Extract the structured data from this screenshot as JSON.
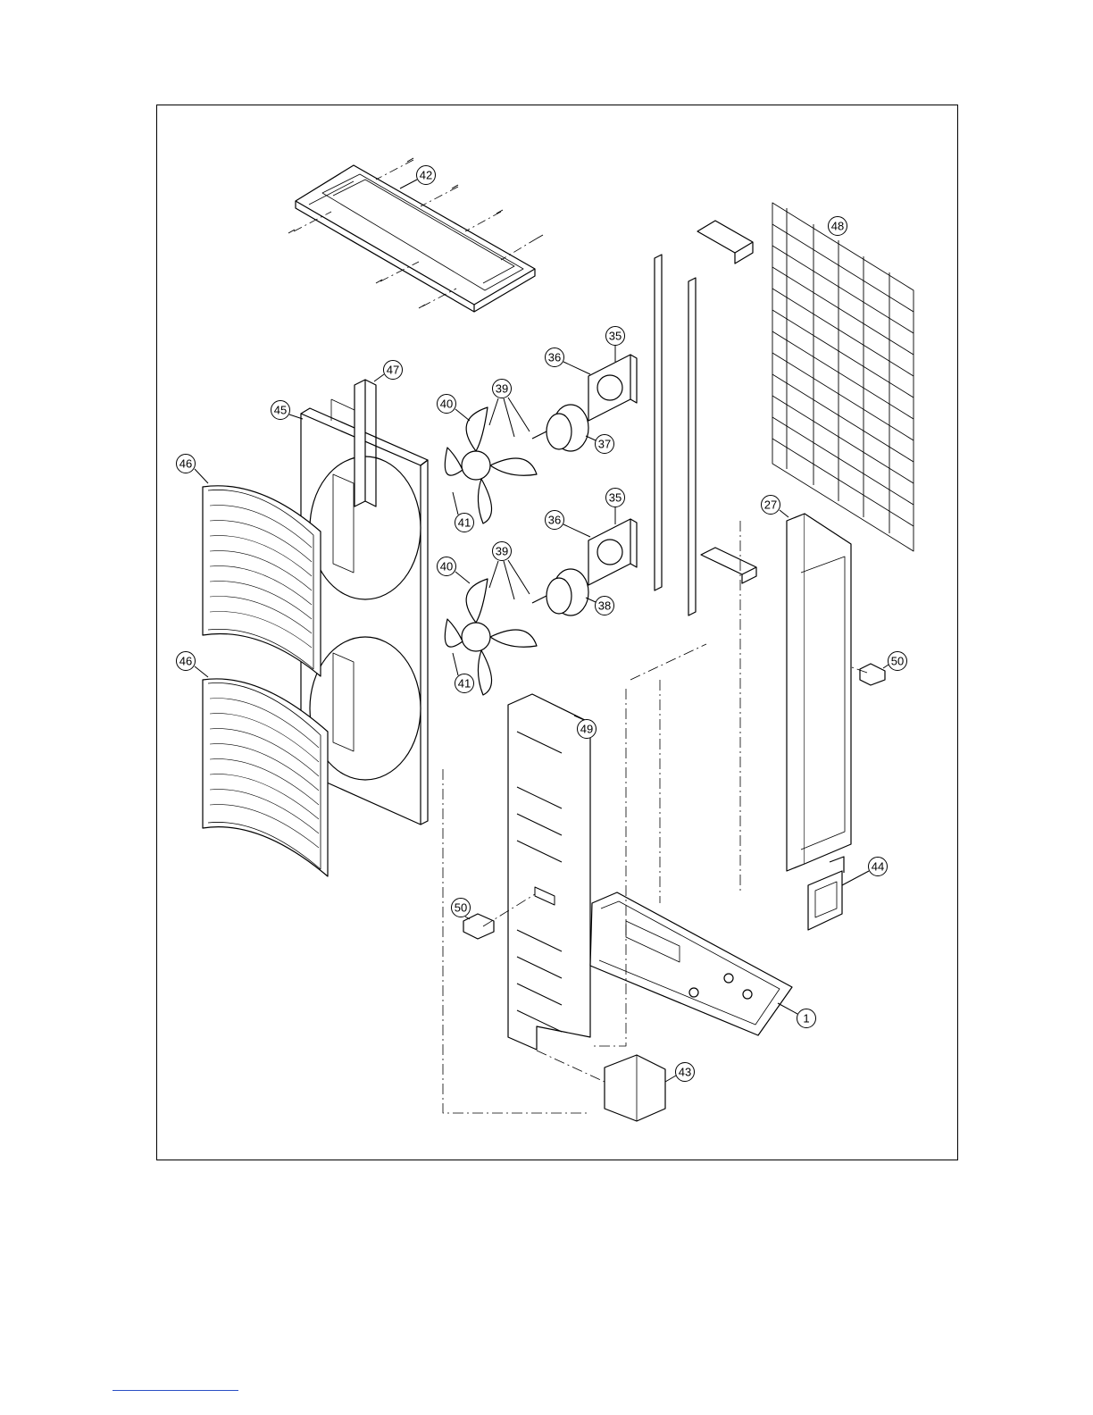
{
  "figure": {
    "type": "exploded-parts-diagram",
    "colors": {
      "line": "#000000",
      "panel": "#ffffff",
      "frame": "#000000",
      "footer_rule": "#2a4fc4"
    }
  },
  "callouts": {
    "c42": "42",
    "c48": "48",
    "c35a": "35",
    "c36a": "36",
    "c47": "47",
    "c45": "45",
    "c40a": "40",
    "c39a": "39",
    "c37": "37",
    "c46a": "46",
    "c41a": "41",
    "c35b": "35",
    "c36b": "36",
    "c27": "27",
    "c40b": "40",
    "c39b": "39",
    "c38": "38",
    "c50a": "50",
    "c46b": "46",
    "c41b": "41",
    "c49": "49",
    "c44": "44",
    "c50b": "50",
    "c1": "1",
    "c43": "43"
  }
}
